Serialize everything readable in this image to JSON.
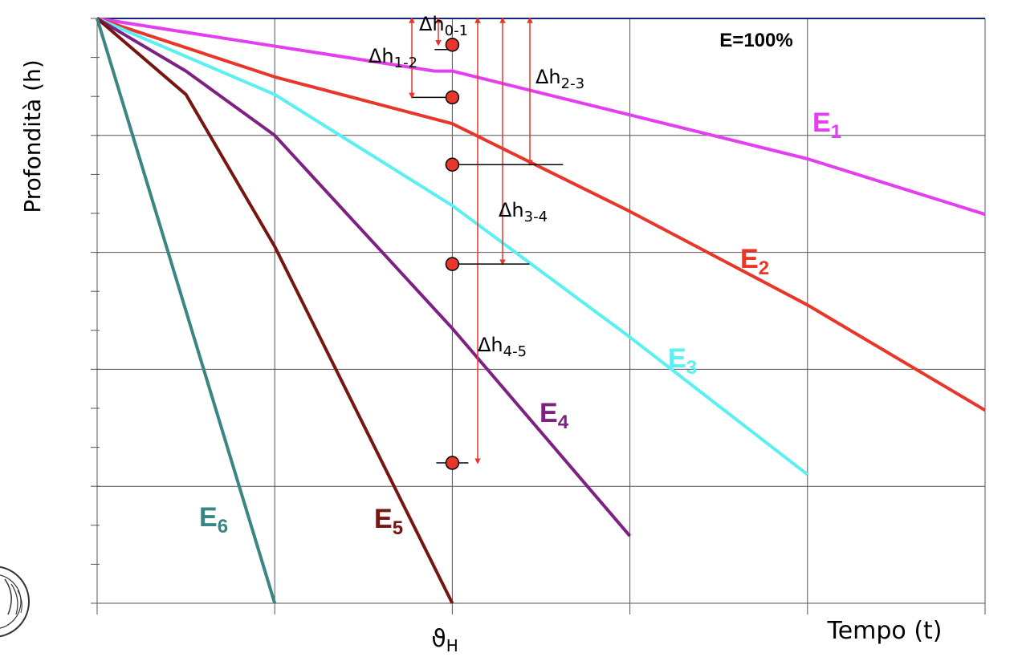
{
  "chart_data": {
    "type": "line",
    "xlabel": "Tempo (t)",
    "ylabel": "Profondità (h)",
    "x_marker_label": "ϑH",
    "annotation": "E=100%",
    "xlim": [
      0,
      5
    ],
    "ylim": [
      0,
      100
    ],
    "grid": true,
    "series": [
      {
        "name": "E1",
        "sub": "1",
        "color": "#e33ef0",
        "points": [
          [
            0,
            0
          ],
          [
            1.9,
            9
          ],
          [
            2,
            9
          ],
          [
            4,
            24
          ],
          [
            5,
            33.5
          ]
        ]
      },
      {
        "name": "E2",
        "sub": "2",
        "color": "#e8362a",
        "points": [
          [
            0,
            0
          ],
          [
            1,
            10
          ],
          [
            2,
            18
          ],
          [
            3,
            33
          ],
          [
            4,
            49
          ],
          [
            5,
            67
          ]
        ]
      },
      {
        "name": "E3",
        "sub": "3",
        "color": "#5af0f2",
        "points": [
          [
            0,
            0
          ],
          [
            1,
            13
          ],
          [
            2,
            32
          ],
          [
            3,
            54.5
          ],
          [
            4,
            78
          ]
        ]
      },
      {
        "name": "E4",
        "sub": "4",
        "color": "#7d2183",
        "points": [
          [
            0,
            0
          ],
          [
            0.5,
            9
          ],
          [
            1,
            20
          ],
          [
            2,
            53
          ],
          [
            3,
            88.5
          ]
        ]
      },
      {
        "name": "E5",
        "sub": "5",
        "color": "#771510",
        "points": [
          [
            0,
            0
          ],
          [
            0.5,
            13
          ],
          [
            1,
            39
          ],
          [
            2,
            100
          ]
        ]
      },
      {
        "name": "E6",
        "sub": "6",
        "color": "#3b8585",
        "points": [
          [
            0,
            0
          ],
          [
            1,
            100
          ]
        ]
      }
    ],
    "markers": [
      {
        "x": 2,
        "y": 4.5
      },
      {
        "x": 2,
        "y": 13.5
      },
      {
        "x": 2,
        "y": 25
      },
      {
        "x": 2,
        "y": 42
      },
      {
        "x": 2,
        "y": 76
      }
    ],
    "intervals": [
      {
        "label": "Δh",
        "sub": "0-1",
        "from": 0,
        "to": 4.5
      },
      {
        "label": "Δh",
        "sub": "1-2",
        "from": 0,
        "to": 13.5
      },
      {
        "label": "Δh",
        "sub": "2-3",
        "from": 0,
        "to": 25
      },
      {
        "label": "Δh",
        "sub": "3-4",
        "from": 0,
        "to": 42
      },
      {
        "label": "Δh",
        "sub": "4-5",
        "from": 0,
        "to": 76
      }
    ],
    "colors": {
      "interval_arrow": "#e8362a",
      "marker_fill": "#e8362a",
      "top_line": "#1a237e",
      "grid": "#555555"
    }
  }
}
